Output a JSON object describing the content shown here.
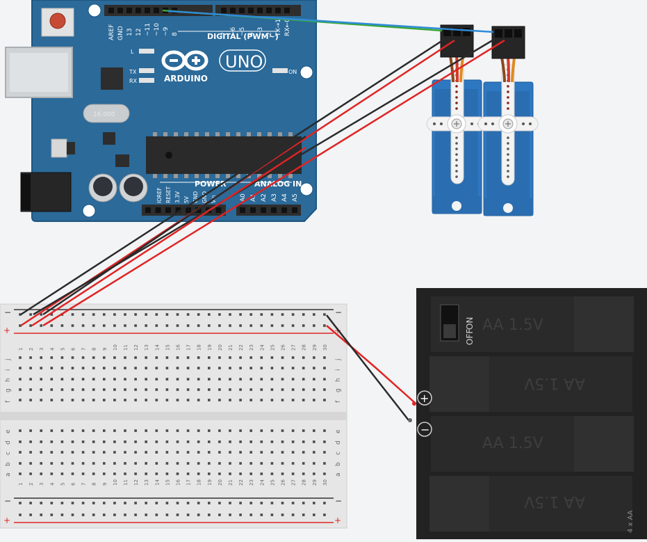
{
  "arduino": {
    "header_top": [
      "AREF",
      "GND",
      "13",
      "12",
      "~11",
      "~10",
      "~9",
      "8",
      "7",
      "~6",
      "~5",
      "4",
      "~3",
      "2",
      "TX→1",
      "RX←0"
    ],
    "digital_label": "DIGITAL (PWM~)",
    "led_l": "L",
    "led_tx": "TX",
    "led_rx": "RX",
    "led_on": "ON",
    "logo_text": "ARDUINO",
    "uno": "UNO",
    "crystal": "16.000",
    "power_label": "POWER",
    "analog_label": "ANALOG IN",
    "power_pins": [
      "IOREF",
      "RESET",
      "3.3V",
      "5V",
      "GND",
      "GND",
      "Vin"
    ],
    "analog_pins": [
      "A0",
      "A1",
      "A2",
      "A3",
      "A4",
      "A5"
    ]
  },
  "breadboard": {
    "rail_minus": "−",
    "rail_plus": "+",
    "rows_top": [
      "j",
      "i",
      "h",
      "g",
      "f"
    ],
    "rows_bottom": [
      "e",
      "d",
      "c",
      "b",
      "a"
    ],
    "columns": [
      "1",
      "2",
      "3",
      "4",
      "5",
      "6",
      "7",
      "8",
      "9",
      "10",
      "11",
      "12",
      "13",
      "14",
      "15",
      "16",
      "17",
      "18",
      "19",
      "20",
      "21",
      "22",
      "23",
      "24",
      "25",
      "26",
      "27",
      "28",
      "29",
      "30"
    ]
  },
  "battery": {
    "switch_on": "ON",
    "switch_off": "OFF",
    "cell_label": "AA 1.5V",
    "capacity": "4 x AA",
    "plus": "+",
    "minus": "−"
  },
  "colors": {
    "board": "#2b6a99",
    "board_edge": "#1f5580",
    "wire_red": "#e02424",
    "wire_black": "#2a2a2a",
    "wire_green": "#3aa636",
    "wire_blue": "#2f8bd8",
    "servo_blue": "#2e78c2",
    "battery_body": "#222222"
  }
}
